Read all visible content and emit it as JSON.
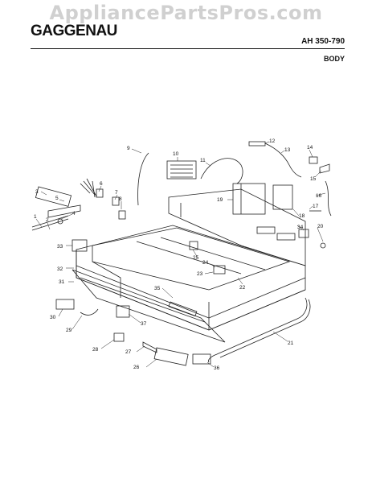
{
  "watermark": "AppliancePartsPros.com",
  "header": {
    "brand": "GAGGENAU",
    "model": "AH 350-790",
    "section": "BODY"
  },
  "callouts": [
    "1",
    "2",
    "3",
    "4",
    "5",
    "6",
    "7",
    "8",
    "9",
    "10",
    "11",
    "12",
    "13",
    "14",
    "15",
    "16",
    "17",
    "18",
    "19",
    "20",
    "21",
    "22",
    "23",
    "24",
    "25",
    "26",
    "27",
    "28",
    "29",
    "30",
    "31",
    "32",
    "33",
    "34",
    "35",
    "36",
    "37"
  ]
}
